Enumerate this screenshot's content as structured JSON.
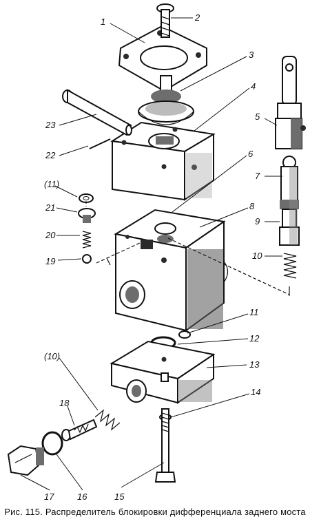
{
  "caption": "Рис. 115. Распределитель блокировки дифференциала заднего моста",
  "part_labels": [
    "1",
    "2",
    "3",
    "4",
    "5",
    "6",
    "7",
    "8",
    "9",
    "10",
    "11",
    "12",
    "13",
    "14",
    "15",
    "16",
    "17",
    "18",
    "19",
    "20",
    "21",
    "22",
    "23",
    "(11)",
    "(10)"
  ]
}
